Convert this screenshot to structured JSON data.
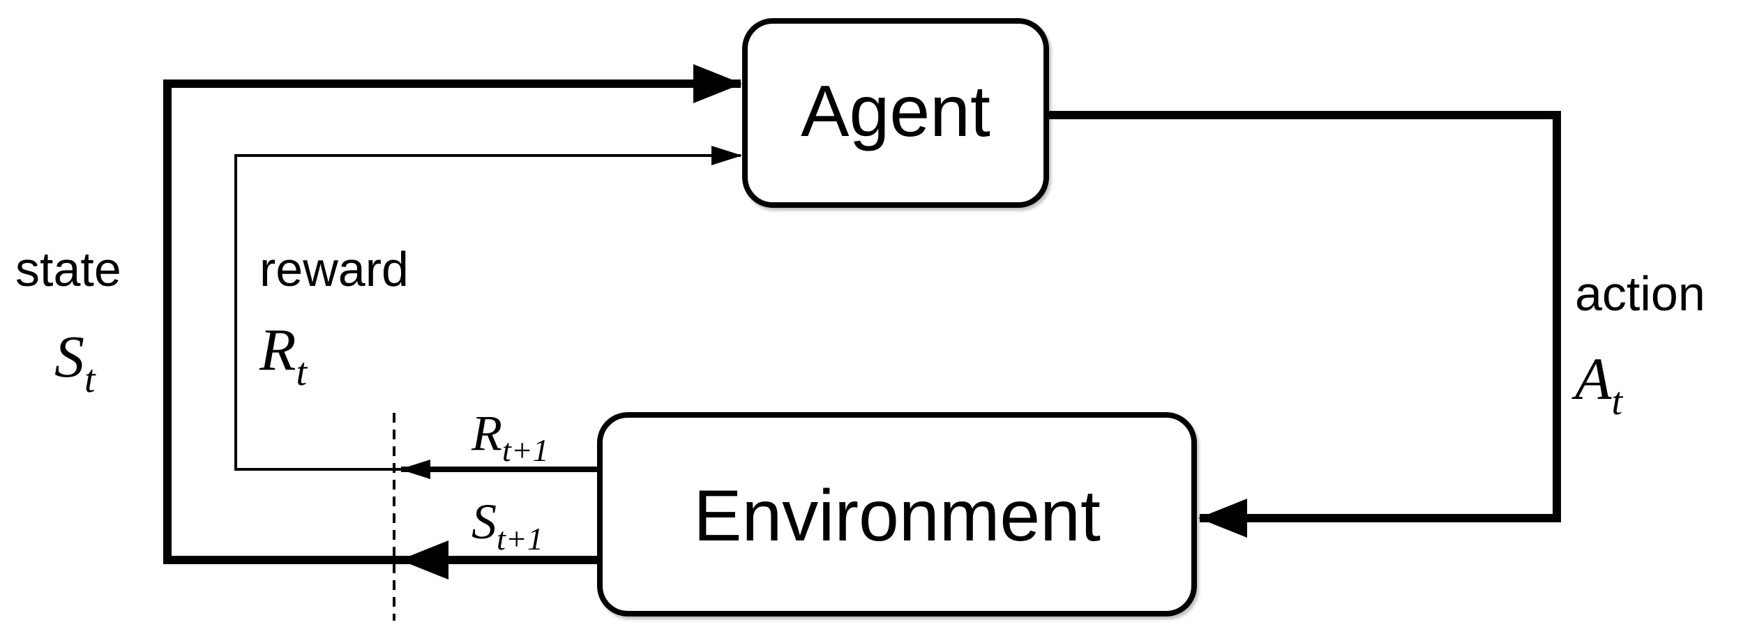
{
  "agent": {
    "label": "Agent"
  },
  "environment": {
    "label": "Environment"
  },
  "state": {
    "word": "state",
    "symbol": "S",
    "subscript": "t"
  },
  "reward": {
    "word": "reward",
    "symbol": "R",
    "subscript": "t"
  },
  "action": {
    "word": "action",
    "symbol": "A",
    "subscript": "t"
  },
  "next_reward": {
    "symbol": "R",
    "subscript": "t+1"
  },
  "next_state": {
    "symbol": "S",
    "subscript": "t+1"
  },
  "colors": {
    "stroke": "#000000",
    "background": "#ffffff"
  }
}
